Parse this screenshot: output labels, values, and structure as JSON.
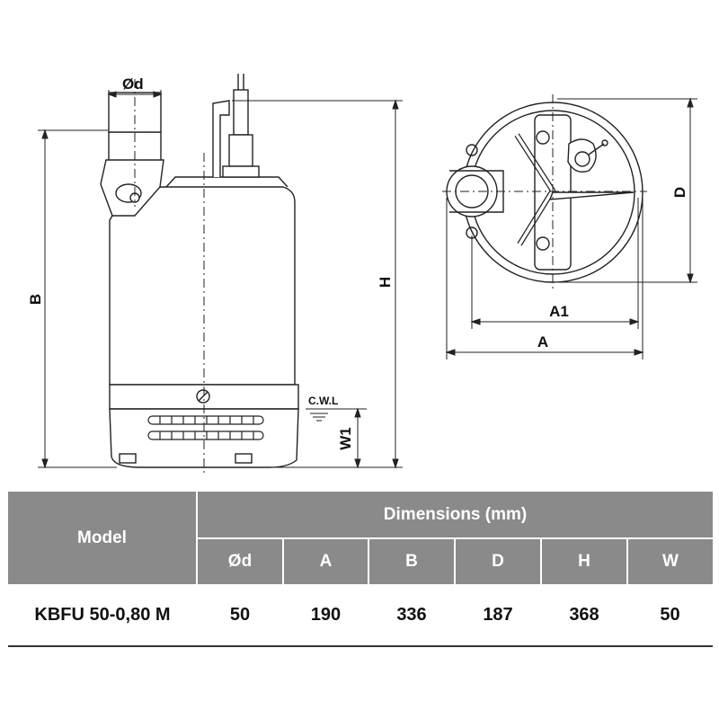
{
  "drawing": {
    "labels": {
      "od": "Ød",
      "b": "B",
      "h": "H",
      "cwl": "C.W.L",
      "w1": "W1",
      "a1": "A1",
      "a": "A",
      "d": "D"
    }
  },
  "table": {
    "model_header": "Model",
    "group_header": "Dimensions (mm)",
    "columns": [
      "Ød",
      "A",
      "B",
      "D",
      "H",
      "W"
    ],
    "rows": [
      {
        "model": "KBFU 50-0,80 M",
        "values": [
          "50",
          "190",
          "336",
          "187",
          "368",
          "50"
        ]
      }
    ]
  }
}
